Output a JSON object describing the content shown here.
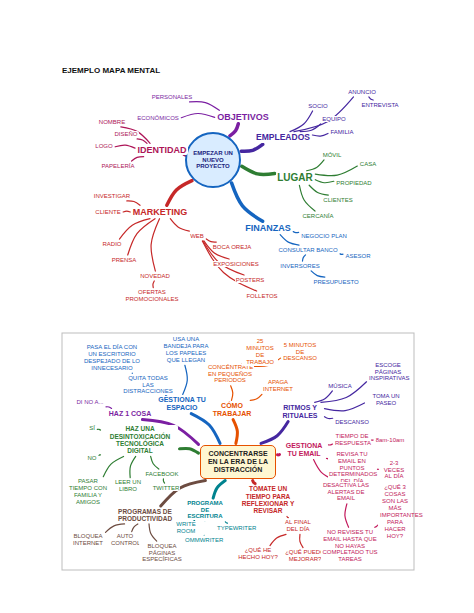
{
  "diagram": {
    "title": "EJEMPLO MAPA MENTAL",
    "nodes": [
      {
        "text": [
          "EMPEZAR UN NUEVO PROYECTO"
        ]
      },
      {
        "text": [
          "OBJETIVOS"
        ]
      },
      {
        "text": [
          "PERSONALES"
        ]
      },
      {
        "text": [
          "ECONÓMICOS"
        ]
      },
      {
        "text": [
          "EMPLEADOS"
        ]
      },
      {
        "text": [
          "SOCIO"
        ]
      },
      {
        "text": [
          "EQUIPO"
        ]
      },
      {
        "text": [
          "FAMILIA"
        ]
      },
      {
        "text": [
          "ANUNCIO"
        ]
      },
      {
        "text": [
          "ENTREVISTA"
        ]
      },
      {
        "text": [
          "LUGAR"
        ]
      },
      {
        "text": [
          "MÓVIL"
        ]
      },
      {
        "text": [
          "CASA"
        ]
      },
      {
        "text": [
          "PROPIEDAD"
        ]
      },
      {
        "text": [
          "CLIENTES"
        ]
      },
      {
        "text": [
          "CERCANÍA"
        ]
      },
      {
        "text": [
          "FINANZAS"
        ]
      },
      {
        "text": [
          "NEGOCIO PLAN"
        ]
      },
      {
        "text": [
          "CONSULTAR BANCO"
        ]
      },
      {
        "text": [
          "ASESOR"
        ]
      },
      {
        "text": [
          "INVERSORES"
        ]
      },
      {
        "text": [
          "PRESUPUESTO"
        ]
      },
      {
        "text": [
          "MARKETING"
        ]
      },
      {
        "text": [
          "INVESTIGAR"
        ]
      },
      {
        "text": [
          "CLIENTE"
        ]
      },
      {
        "text": [
          "RADIO"
        ]
      },
      {
        "text": [
          "PRENSA"
        ]
      },
      {
        "text": [
          "NOVEDAD"
        ]
      },
      {
        "text": [
          "OFERTAS PROMOCIONALES"
        ]
      },
      {
        "text": [
          "WEB"
        ]
      },
      {
        "text": [
          "BOCA OREJA"
        ]
      },
      {
        "text": [
          "EXPOSICIONES"
        ]
      },
      {
        "text": [
          "POSTERS"
        ]
      },
      {
        "text": [
          "FOLLETOS"
        ]
      },
      {
        "text": [
          "IDENTIDAD"
        ]
      },
      {
        "text": [
          "NOMBRE"
        ]
      },
      {
        "text": [
          "LOGO"
        ]
      },
      {
        "text": [
          "DISEÑO"
        ]
      },
      {
        "text": [
          "PAPELERÍA"
        ]
      },
      {
        "text": [
          "CONCENTRARSE EN LA ERA DE LA DISTRACCIÓN"
        ]
      },
      {
        "text": [
          "GESTIONA TU ESPACIO"
        ]
      },
      {
        "text": [
          "QUITA TODAS LAS DISTRACCIONES"
        ]
      },
      {
        "text": [
          "USA UNA BANDEJA PARA LOS PAPELES QUE LLEGAN"
        ]
      },
      {
        "text": [
          "PASA EL DÍA CON UN ESCRITORIO DESPEJADO DE LO INNECESARIO"
        ]
      },
      {
        "text": [
          "HAZ 1 COSA"
        ]
      },
      {
        "text": [
          "DI NO A..."
        ]
      },
      {
        "text": [
          "HAZ UNA DESINTOXICACIÓN TECNOLÓGICA DIGITAL"
        ]
      },
      {
        "text": [
          "SÍ"
        ]
      },
      {
        "text": [
          "NO"
        ]
      },
      {
        "text": [
          "PASAR TIEMPO CON FAMILIA Y AMIGOS"
        ]
      },
      {
        "text": [
          "LEER UN LIBRO"
        ]
      },
      {
        "text": [
          "FACEBOOK"
        ]
      },
      {
        "text": [
          "TWITTER"
        ]
      },
      {
        "text": [
          "PROGRAMAS DE PRODUCTIVIDAD"
        ]
      },
      {
        "text": [
          "BLOQUEA INTERNET"
        ]
      },
      {
        "text": [
          "AUTO CONTROL"
        ]
      },
      {
        "text": [
          "BLOQUEA PÁGINAS ESPECÍFICAS"
        ]
      },
      {
        "text": [
          "PROGRAMA DE ESCRITURA"
        ]
      },
      {
        "text": [
          "WRITE ROOM"
        ]
      },
      {
        "text": [
          "OMMWRITER"
        ]
      },
      {
        "text": [
          "TYPEWRITER"
        ]
      },
      {
        "text": [
          "TÓMATE UN TIEMPO PARA REFLEXIONAR Y REVISAR"
        ]
      },
      {
        "text": [
          "AL FINAL DEL DÍA"
        ]
      },
      {
        "text": [
          "¿QUÉ HE HECHO HOY?"
        ]
      },
      {
        "text": [
          "¿QUÉ PUEDO MEJORAR?"
        ]
      },
      {
        "text": [
          "CÓMO TRABAJAR"
        ]
      },
      {
        "text": [
          "CONCÉNTRATE EN PEQUEÑOS PERIODOS"
        ]
      },
      {
        "text": [
          "25 MINUTOS DE TRABAJO"
        ]
      },
      {
        "text": [
          "5 MINUTOS DE DESCANSO"
        ]
      },
      {
        "text": [
          "APAGA INTERNET"
        ]
      },
      {
        "text": [
          "RITMOS Y RITUALES"
        ]
      },
      {
        "text": [
          "MÚSICA"
        ]
      },
      {
        "text": [
          "ESCOGE PÁGINAS INSPIRATIVAS"
        ]
      },
      {
        "text": [
          "TOMA UN PASEO"
        ]
      },
      {
        "text": [
          "DESCANSO"
        ]
      },
      {
        "text": [
          "GESTIONA TU EMAIL"
        ]
      },
      {
        "text": [
          "TIEMPO DE RESPUESTA"
        ]
      },
      {
        "text": [
          "8am-10am"
        ]
      },
      {
        "text": [
          "REVISA TU EMAIL EN PUNTOS DETERMINADOS DEL DÍA"
        ]
      },
      {
        "text": [
          "2-3 VECES AL DÍA"
        ]
      },
      {
        "text": [
          "DESACTIVA LAS ALERTAS DE EMAIL"
        ]
      },
      {
        "text": [
          "NO REVISES TU EMAIL HASTA QUE NO HAYAS COMPLETADO TUS TAREAS"
        ]
      },
      {
        "text": [
          "¿QUÉ 3 COSAS SON LAS MÁS IMPORTANTES PARA HACER HOY?"
        ]
      }
    ],
    "edges": [
      {
        "from": 0,
        "to": 1,
        "arrow": "none"
      },
      {
        "from": 1,
        "to": 2,
        "arrow": "none"
      },
      {
        "from": 1,
        "to": 3,
        "arrow": "none"
      },
      {
        "from": 0,
        "to": 4,
        "arrow": "none"
      },
      {
        "from": 4,
        "to": 5,
        "arrow": "none"
      },
      {
        "from": 4,
        "to": 6,
        "arrow": "none"
      },
      {
        "from": 4,
        "to": 7,
        "arrow": "none"
      },
      {
        "from": 4,
        "to": 8,
        "arrow": "none"
      },
      {
        "from": 8,
        "to": 9,
        "arrow": "none"
      },
      {
        "from": 0,
        "to": 10,
        "arrow": "none"
      },
      {
        "from": 10,
        "to": 11,
        "arrow": "none"
      },
      {
        "from": 10,
        "to": 12,
        "arrow": "none"
      },
      {
        "from": 10,
        "to": 13,
        "arrow": "none"
      },
      {
        "from": 10,
        "to": 14,
        "arrow": "none"
      },
      {
        "from": 10,
        "to": 15,
        "arrow": "none"
      },
      {
        "from": 0,
        "to": 16,
        "arrow": "none"
      },
      {
        "from": 16,
        "to": 17,
        "arrow": "none"
      },
      {
        "from": 16,
        "to": 18,
        "arrow": "none"
      },
      {
        "from": 18,
        "to": 19,
        "arrow": "none"
      },
      {
        "from": 18,
        "to": 20,
        "arrow": "none"
      },
      {
        "from": 20,
        "to": 21,
        "arrow": "none"
      },
      {
        "from": 0,
        "to": 22,
        "arrow": "none"
      },
      {
        "from": 22,
        "to": 23,
        "arrow": "none"
      },
      {
        "from": 22,
        "to": 24,
        "arrow": "none"
      },
      {
        "from": 22,
        "to": 25,
        "arrow": "none"
      },
      {
        "from": 22,
        "to": 26,
        "arrow": "none"
      },
      {
        "from": 22,
        "to": 27,
        "arrow": "none"
      },
      {
        "from": 27,
        "to": 28,
        "arrow": "none"
      },
      {
        "from": 22,
        "to": 29,
        "arrow": "none"
      },
      {
        "from": 29,
        "to": 30,
        "arrow": "none"
      },
      {
        "from": 29,
        "to": 31,
        "arrow": "none"
      },
      {
        "from": 29,
        "to": 32,
        "arrow": "none"
      },
      {
        "from": 29,
        "to": 33,
        "arrow": "none"
      },
      {
        "from": 0,
        "to": 34,
        "arrow": "none"
      },
      {
        "from": 34,
        "to": 35,
        "arrow": "none"
      },
      {
        "from": 34,
        "to": 36,
        "arrow": "none"
      },
      {
        "from": 34,
        "to": 37,
        "arrow": "none"
      },
      {
        "from": 34,
        "to": 38,
        "arrow": "none"
      },
      {
        "from": 39,
        "to": 40,
        "arrow": "none"
      },
      {
        "from": 40,
        "to": 41,
        "arrow": "none"
      },
      {
        "from": 40,
        "to": 42,
        "arrow": "none"
      },
      {
        "from": 41,
        "to": 43,
        "arrow": "none"
      },
      {
        "from": 39,
        "to": 44,
        "arrow": "none"
      },
      {
        "from": 44,
        "to": 45,
        "arrow": "none"
      },
      {
        "from": 39,
        "to": 46,
        "arrow": "none"
      },
      {
        "from": 46,
        "to": 47,
        "arrow": "none"
      },
      {
        "from": 46,
        "to": 48,
        "arrow": "none"
      },
      {
        "from": 46,
        "to": 49,
        "arrow": "none"
      },
      {
        "from": 46,
        "to": 50,
        "arrow": "none"
      },
      {
        "from": 46,
        "to": 51,
        "arrow": "none"
      },
      {
        "from": 51,
        "to": 52,
        "arrow": "none"
      },
      {
        "from": 39,
        "to": 53,
        "arrow": "none"
      },
      {
        "from": 53,
        "to": 54,
        "arrow": "none"
      },
      {
        "from": 53,
        "to": 55,
        "arrow": "none"
      },
      {
        "from": 53,
        "to": 56,
        "arrow": "none"
      },
      {
        "from": 39,
        "to": 57,
        "arrow": "none"
      },
      {
        "from": 57,
        "to": 58,
        "arrow": "none"
      },
      {
        "from": 57,
        "to": 59,
        "arrow": "none"
      },
      {
        "from": 57,
        "to": 60,
        "arrow": "none"
      },
      {
        "from": 39,
        "to": 61,
        "arrow": "none"
      },
      {
        "from": 61,
        "to": 62,
        "arrow": "none"
      },
      {
        "from": 62,
        "to": 63,
        "arrow": "none"
      },
      {
        "from": 62,
        "to": 64,
        "arrow": "none"
      },
      {
        "from": 39,
        "to": 65,
        "arrow": "none"
      },
      {
        "from": 65,
        "to": 66,
        "arrow": "none"
      },
      {
        "from": 66,
        "to": 67,
        "arrow": "none"
      },
      {
        "from": 66,
        "to": 68,
        "arrow": "none"
      },
      {
        "from": 65,
        "to": 69,
        "arrow": "none"
      },
      {
        "from": 39,
        "to": 70,
        "arrow": "none"
      },
      {
        "from": 70,
        "to": 71,
        "arrow": "none"
      },
      {
        "from": 70,
        "to": 72,
        "arrow": "none"
      },
      {
        "from": 70,
        "to": 73,
        "arrow": "none"
      },
      {
        "from": 70,
        "to": 74,
        "arrow": "none"
      },
      {
        "from": 39,
        "to": 75,
        "arrow": "none"
      },
      {
        "from": 75,
        "to": 76,
        "arrow": "none"
      },
      {
        "from": 76,
        "to": 77,
        "arrow": "none"
      },
      {
        "from": 75,
        "to": 78,
        "arrow": "none"
      },
      {
        "from": 78,
        "to": 79,
        "arrow": "none"
      },
      {
        "from": 75,
        "to": 80,
        "arrow": "none"
      },
      {
        "from": 80,
        "to": 81,
        "arrow": "none"
      },
      {
        "from": 81,
        "to": 82,
        "arrow": "none"
      }
    ]
  }
}
